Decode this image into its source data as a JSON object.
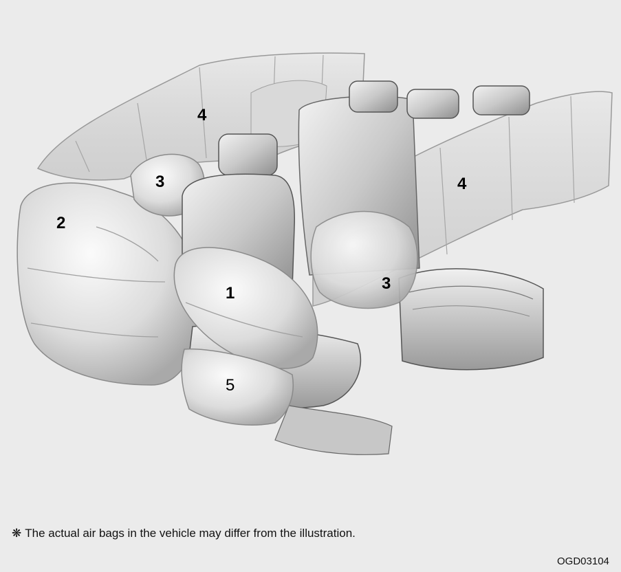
{
  "figure": {
    "callouts": {
      "front_airbag": "1",
      "passenger_airbag": "2",
      "side_airbag_front": "3",
      "side_airbag_rear": "3",
      "curtain_airbag_left": "4",
      "curtain_airbag_right": "4",
      "knee_airbag": "5"
    }
  },
  "note": {
    "symbol": "❋",
    "text": "The actual air bags in the vehicle may differ from the illustration."
  },
  "figure_code": "OGD03104"
}
